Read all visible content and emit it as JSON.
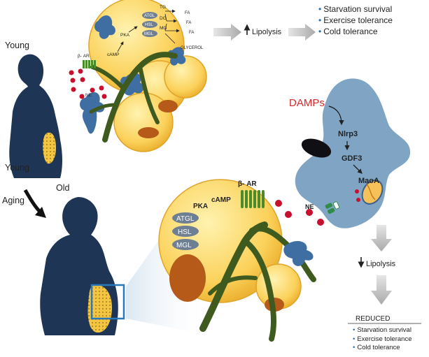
{
  "labels": {
    "young": "Young",
    "old": "Old",
    "aging": "Aging",
    "beta_ar": "β- AR",
    "beta_ar_large": "β- AR",
    "camp": "cAMP",
    "pka": "PKA",
    "ne": "NE",
    "ne_large": "NE",
    "atgl": "ATGL",
    "hsl": "HSL",
    "mgl": "MGL",
    "tg": "TG",
    "dg": "DG",
    "mg": "MG",
    "fa1": "FA",
    "fa2": "FA",
    "fa3": "FA",
    "glycerol": "GLYCEROL",
    "damps": "DAMPs",
    "nlrp3": "Nlrp3",
    "gdf3": "GDF3",
    "maoa": "MaoA",
    "lipolysis_up": "Lipolysis",
    "lipolysis_down": "Lipolysis",
    "reduced": "REDUCED"
  },
  "young_outcomes": [
    "Starvation survival",
    "Exercise tolerance",
    "Cold tolerance"
  ],
  "old_outcomes": [
    "Starvation survival",
    "Exercise tolerance",
    "Cold tolerance"
  ],
  "colors": {
    "silhouette": "#1e3556",
    "adipocyte": "#fbd15a",
    "macrophage": "#7fa4c4",
    "nerve": "#3e5a1e",
    "ne_dot": "#c8102e",
    "damps": "#d6282b",
    "arrow_gray": "#bdbdbd"
  }
}
